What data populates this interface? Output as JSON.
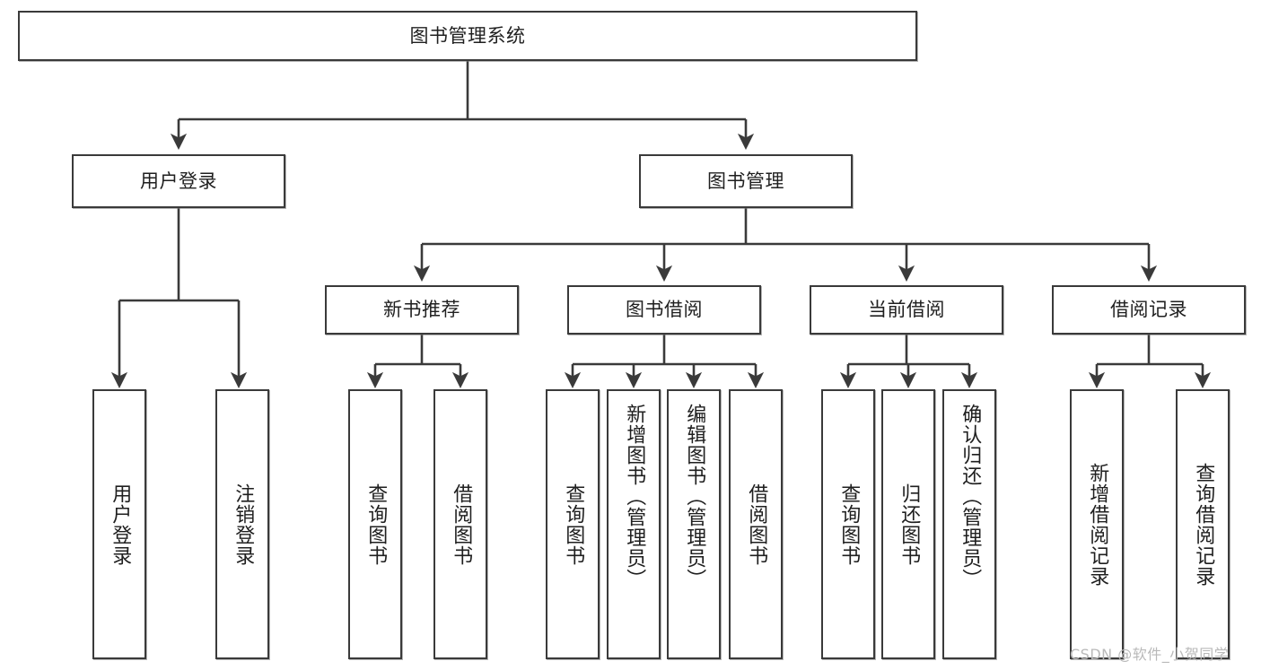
{
  "diagram": {
    "type": "tree-hierarchy-chart",
    "title": "图书管理系统",
    "background": "#ffffff",
    "line_color": "#3a3a3a",
    "text_color": "#1f1f1f",
    "watermark": "CSDN @软件_小贺同学",
    "levels": {
      "root": {
        "label": "图书管理系统"
      },
      "level2": [
        {
          "id": "user-login",
          "label": "用户登录"
        },
        {
          "id": "book-manage",
          "label": "图书管理"
        }
      ],
      "level3": [
        {
          "id": "new-book-recommend",
          "label": "新书推荐",
          "parent": "book-manage"
        },
        {
          "id": "book-borrow",
          "label": "图书借阅",
          "parent": "book-manage"
        },
        {
          "id": "current-borrow",
          "label": "当前借阅",
          "parent": "book-manage"
        },
        {
          "id": "borrow-record",
          "label": "借阅记录",
          "parent": "book-manage"
        }
      ],
      "leaves": [
        {
          "id": "leaf-user-login",
          "label": "用户登录",
          "parent": "user-login"
        },
        {
          "id": "leaf-user-logout",
          "label": "注销登录",
          "parent": "user-login"
        },
        {
          "id": "leaf-query-book-1",
          "label": "查询图书",
          "parent": "new-book-recommend"
        },
        {
          "id": "leaf-borrow-book-1",
          "label": "借阅图书",
          "parent": "new-book-recommend"
        },
        {
          "id": "leaf-query-book-2",
          "label": "查询图书",
          "parent": "book-borrow"
        },
        {
          "id": "leaf-add-book",
          "label": "新增图书（管理员）",
          "parent": "book-borrow"
        },
        {
          "id": "leaf-edit-book",
          "label": "编辑图书（管理员）",
          "parent": "book-borrow"
        },
        {
          "id": "leaf-borrow-book-2",
          "label": "借阅图书",
          "parent": "book-borrow"
        },
        {
          "id": "leaf-query-book-3",
          "label": "查询图书",
          "parent": "current-borrow"
        },
        {
          "id": "leaf-return-book",
          "label": "归还图书",
          "parent": "current-borrow"
        },
        {
          "id": "leaf-confirm-return",
          "label": "确认归还（管理员）",
          "parent": "current-borrow"
        },
        {
          "id": "leaf-add-record",
          "label": "新增借阅记录",
          "parent": "borrow-record"
        },
        {
          "id": "leaf-query-record",
          "label": "查询借阅记录",
          "parent": "borrow-record"
        }
      ]
    }
  }
}
